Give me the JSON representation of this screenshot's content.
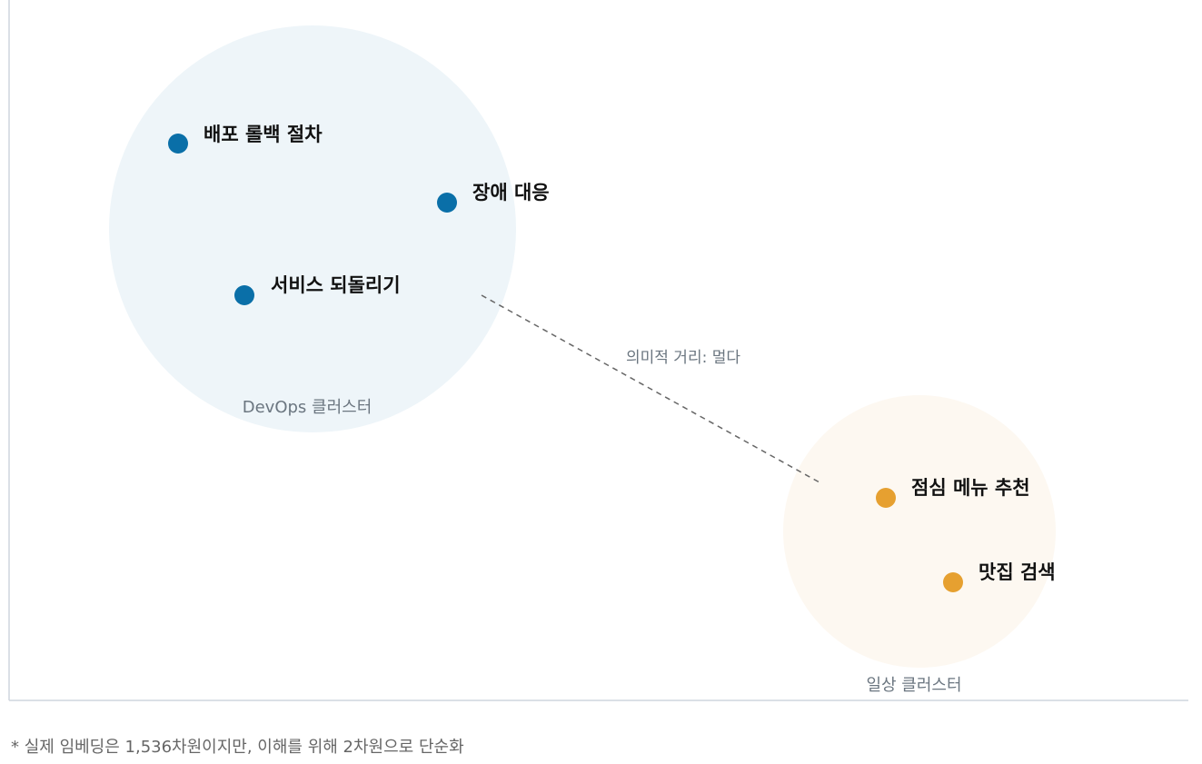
{
  "colors": {
    "devops_point": "#0a6fa8",
    "daily_point": "#e6a030",
    "devops_cluster_fill": "#eef5f9",
    "daily_cluster_fill": "#fdf8f1",
    "axis": "#cfd6de",
    "label": "#111111",
    "muted_label": "#6b7680",
    "distance_line": "#666666"
  },
  "clusters": [
    {
      "id": "devops",
      "label": "DevOps 클러스터",
      "points": [
        {
          "label": "배포 롤백 절차"
        },
        {
          "label": "장애 대응"
        },
        {
          "label": "서비스 되돌리기"
        }
      ]
    },
    {
      "id": "daily",
      "label": "일상 클러스터",
      "points": [
        {
          "label": "점심 메뉴 추천"
        },
        {
          "label": "맛집 검색"
        }
      ]
    }
  ],
  "distance_label": "의미적 거리: 멀다",
  "footnote": "* 실제 임베딩은 1,536차원이지만, 이해를 위해 2차원으로 단순화"
}
